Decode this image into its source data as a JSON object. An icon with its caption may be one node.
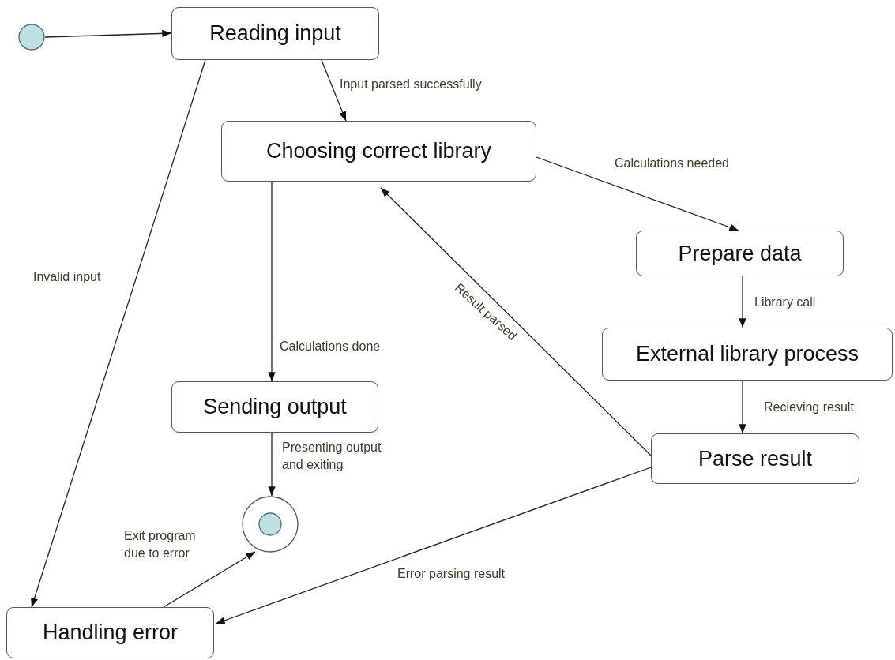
{
  "diagram": {
    "nodes": [
      {
        "text": [],
        "shape": "circle"
      },
      {
        "text": [
          "Reading input"
        ]
      },
      {
        "text": [
          "Choosing correct library"
        ]
      },
      {
        "text": [
          "Prepare data"
        ]
      },
      {
        "text": [
          "External library process"
        ]
      },
      {
        "text": [
          "Sending output"
        ]
      },
      {
        "text": [
          "Parse result"
        ]
      },
      {
        "text": [],
        "shape": "circle"
      },
      {
        "text": [
          "Handling error"
        ]
      }
    ],
    "edges": [
      {
        "from": 0,
        "to": 1,
        "arrow": "to"
      },
      {
        "from": 1,
        "to": 2,
        "arrow": "to",
        "label": "Input parsed successfully"
      },
      {
        "from": 1,
        "to": 8,
        "arrow": "to",
        "label": "Invalid input"
      },
      {
        "from": 2,
        "to": 3,
        "arrow": "to",
        "label": "Calculations needed"
      },
      {
        "from": 2,
        "to": 5,
        "arrow": "to",
        "label": "Calculations done"
      },
      {
        "from": 3,
        "to": 4,
        "arrow": "to",
        "label": "Library call"
      },
      {
        "from": 4,
        "to": 6,
        "arrow": "to",
        "label": "Recieving result"
      },
      {
        "from": 6,
        "to": 2,
        "arrow": "to",
        "label": "Result parsed"
      },
      {
        "from": 5,
        "to": 7,
        "arrow": "to",
        "label": "Presenting output and exiting"
      },
      {
        "from": 6,
        "to": 8,
        "arrow": "to",
        "label": "Error parsing result"
      },
      {
        "from": 8,
        "to": 7,
        "arrow": "to",
        "label": "Exit program due to error"
      }
    ]
  }
}
